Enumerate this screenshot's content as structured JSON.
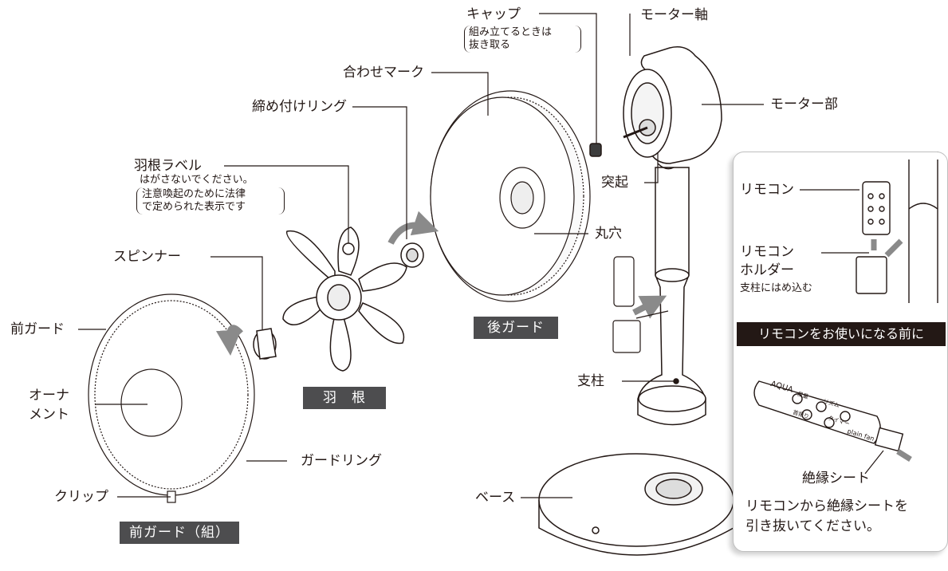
{
  "labels": {
    "cap": "キャップ",
    "cap_note_1": "組み立てるときは",
    "cap_note_2": "抜き取る",
    "motor_shaft": "モーター軸",
    "align_mark": "合わせマーク",
    "motor_unit": "モーター部",
    "tighten_ring": "締め付けリング",
    "blade_label": "羽根ラベル",
    "blade_label_note": "はがさないでください。",
    "blade_label_note_2": "注意喚起のために法律",
    "blade_label_note_3": "で定められた表示です",
    "protrusion": "突起",
    "round_hole": "丸穴",
    "spinner": "スピンナー",
    "rear_guard": "後ガード",
    "front_guard": "前ガード",
    "ornament_1": "オーナ",
    "ornament_2": "メント",
    "blade": "羽　根",
    "pole": "支柱",
    "guard_ring": "ガードリング",
    "clip": "クリップ",
    "front_guard_set": "前ガード（組）",
    "base": "ベース",
    "remote": "リモコン",
    "remote_holder_1": "リモコン",
    "remote_holder_2": "ホルダー",
    "holder_note": "支柱にはめ込む"
  },
  "inset": {
    "title": "リモコンをお使いになる前に",
    "insulation_sheet": "絶縁シート",
    "instruction_1": "リモコンから絶縁シートを",
    "instruction_2": "引き抜いてください。",
    "remote_brand": "AQUA",
    "remote_btn_1": "風量",
    "remote_btn_2": "リズム",
    "remote_btn_3": "首振り",
    "remote_btn_4": "タイマー",
    "remote_model": "plain fan"
  },
  "colors": {
    "line": "#231815",
    "tag_bg": "#4d4d4f",
    "inset_tag_bg": "#231815",
    "arrow": "#808080"
  }
}
